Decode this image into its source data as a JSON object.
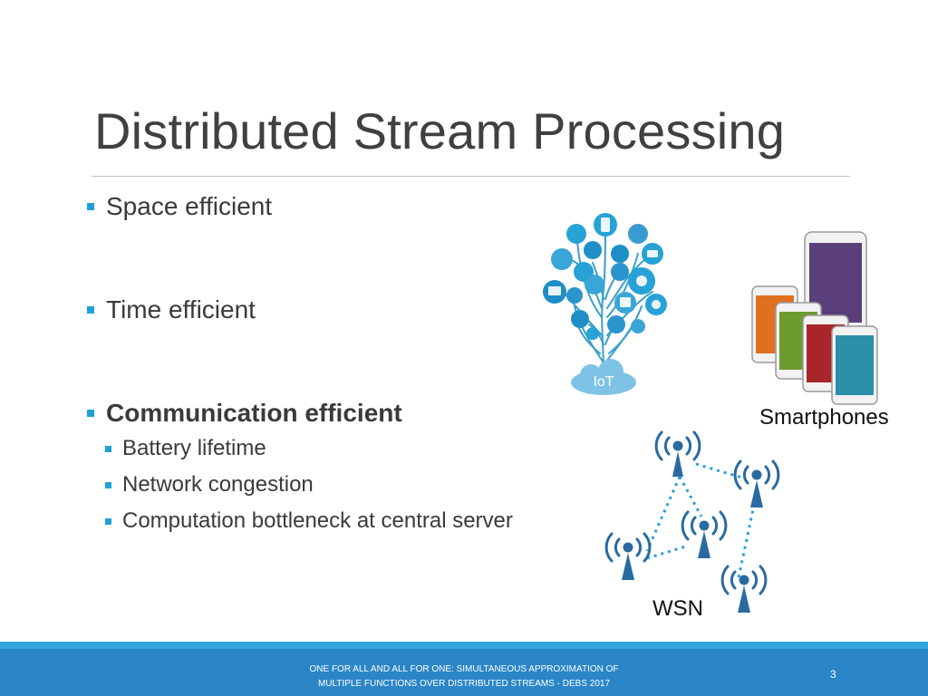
{
  "slide": {
    "title": "Distributed Stream Processing",
    "bullets": [
      {
        "text": "Space efficient",
        "bold": false
      },
      {
        "text": "Time efficient",
        "bold": false
      },
      {
        "text": "Communication efficient",
        "bold": true
      }
    ],
    "sub_bullets": [
      "Battery lifetime",
      "Network congestion",
      "Computation bottleneck at central server"
    ],
    "iot_label": "IoT",
    "smartphones_caption": "Smartphones",
    "wsn_caption": "WSN",
    "footer": {
      "line1": "ONE FOR ALL AND ALL FOR ONE: SIMULTANEOUS APPROXIMATION OF",
      "line2": "MULTIPLE FUNCTIONS OVER DISTRIBUTED STREAMS - DEBS 2017",
      "page_number": "3"
    },
    "colors": {
      "accent": "#1fa0d8",
      "footer_bar": "#2a86c7",
      "phone_purple": "#5a3f7a",
      "phone_orange": "#e07020",
      "phone_green": "#6e9b2e",
      "phone_red": "#a8262a",
      "phone_teal": "#2b8fa8",
      "wsn_blue": "#2a6aa0"
    }
  }
}
